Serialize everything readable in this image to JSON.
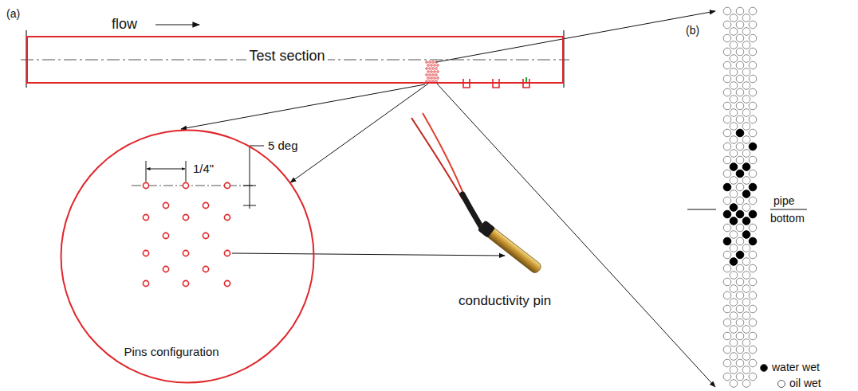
{
  "diagram": {
    "nodes": [
      {
        "text": [
          "Test section"
        ]
      },
      {
        "text": [
          "Pins configuration"
        ]
      }
    ],
    "edges": [
      {
        "from": 0,
        "to": 1,
        "arrow": "to"
      }
    ],
    "labels": [
      "(a)",
      "flow",
      "1/4\"",
      "5 deg",
      "conductivity pin",
      "(b)",
      "pipe",
      "bottom"
    ],
    "legend": [
      {
        "text": "water wet",
        "color": "#000000"
      },
      {
        "text": "oil wet",
        "color": "#ffffff"
      }
    ]
  }
}
